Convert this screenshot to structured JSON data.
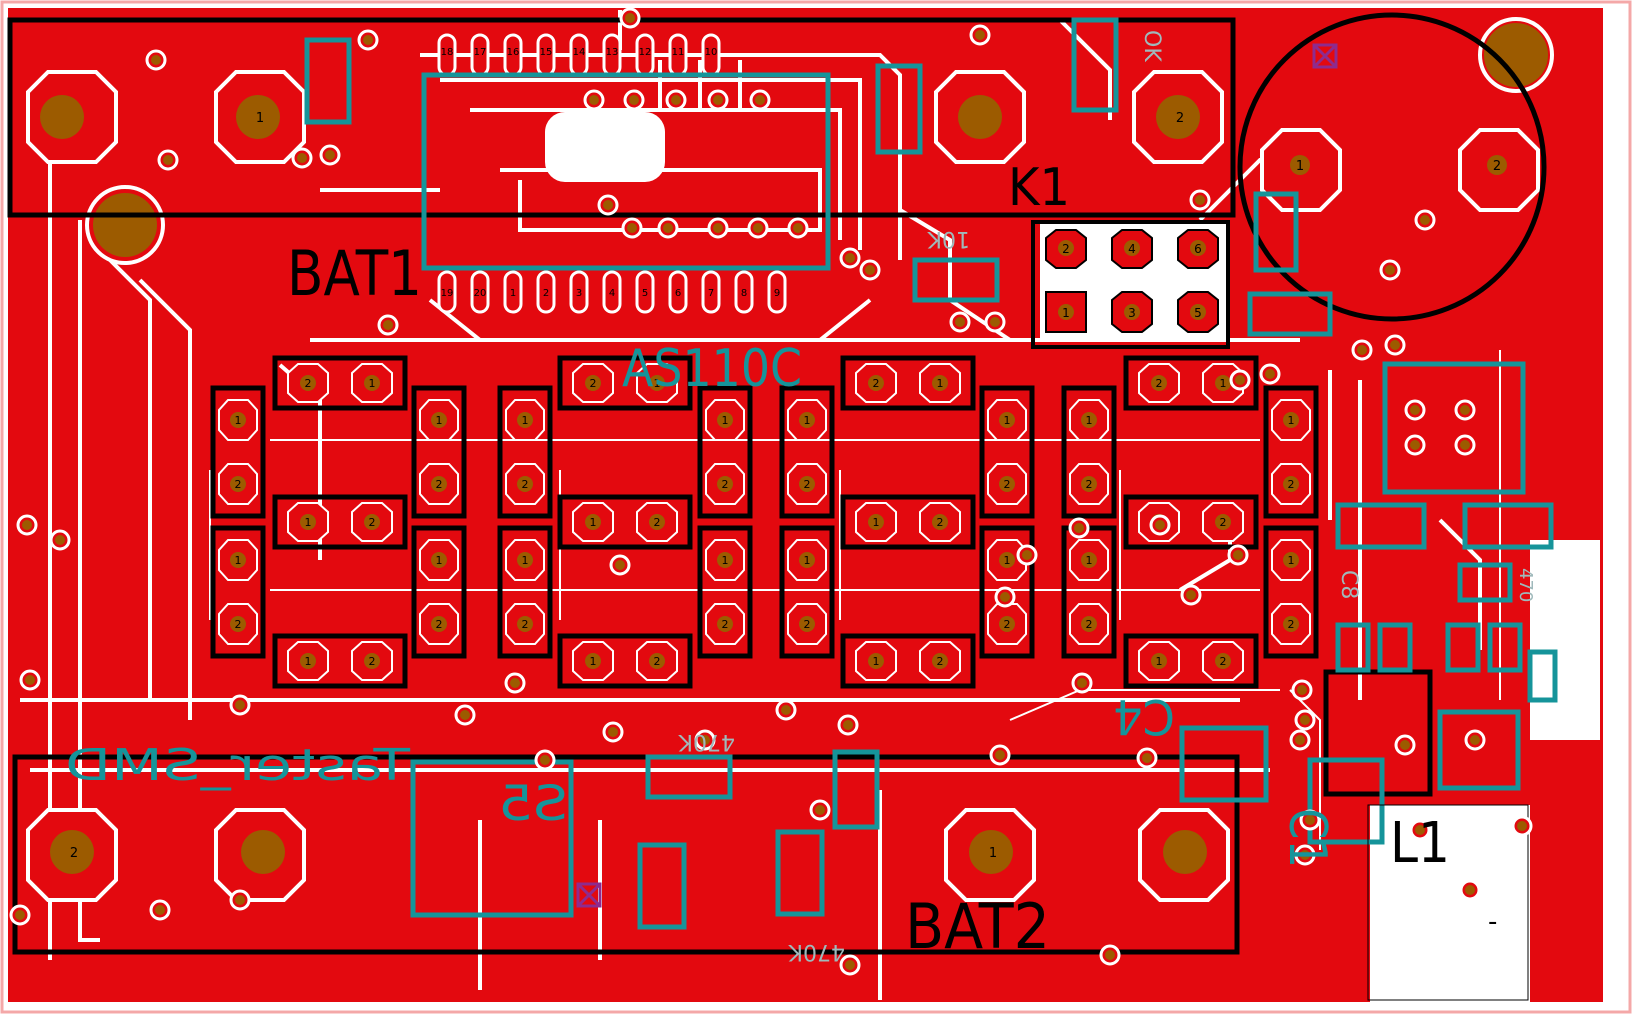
{
  "colors": {
    "background": "#ffffff",
    "copper": "#e3090f",
    "board_edge": "#f4a8a8",
    "drill": "#9c5b00",
    "silkscreen": "#000000",
    "component_outline": "#15949a",
    "marker": "#8e2b8e",
    "overlay_text": "#9fb9bb"
  },
  "labels": {
    "bat1": "BAT1",
    "bat2": "BAT2",
    "k1": "K1",
    "l1": "L1",
    "ic": "AS110C",
    "taster": "Taster_SMD",
    "s5": "S5",
    "c4": "C4",
    "c1": "C1",
    "c8": "C8",
    "r10k": "10K",
    "r470k_a": "470K",
    "r470k_b": "470K",
    "ok": "OK",
    "r470_right": "470",
    "l1_mark": "-"
  },
  "pin_labels": {
    "bat1_pin": "1",
    "bat2_left_pin": "2",
    "bat2_right_pin": "1",
    "k1_pin": "2",
    "round_1": "1",
    "round_2": "2",
    "conn": [
      "2",
      "4",
      "6",
      "1",
      "3",
      "5"
    ],
    "ic_top": [
      "18",
      "17",
      "16",
      "15",
      "14",
      "13",
      "12",
      "11",
      "10"
    ],
    "ic_bottom": [
      "19",
      "20",
      "1",
      "2",
      "3",
      "4",
      "5",
      "6",
      "7",
      "8",
      "9"
    ]
  },
  "icons": {
    "via_marker": "crossed-square-icon",
    "board_hole": "drill-hole-icon"
  }
}
